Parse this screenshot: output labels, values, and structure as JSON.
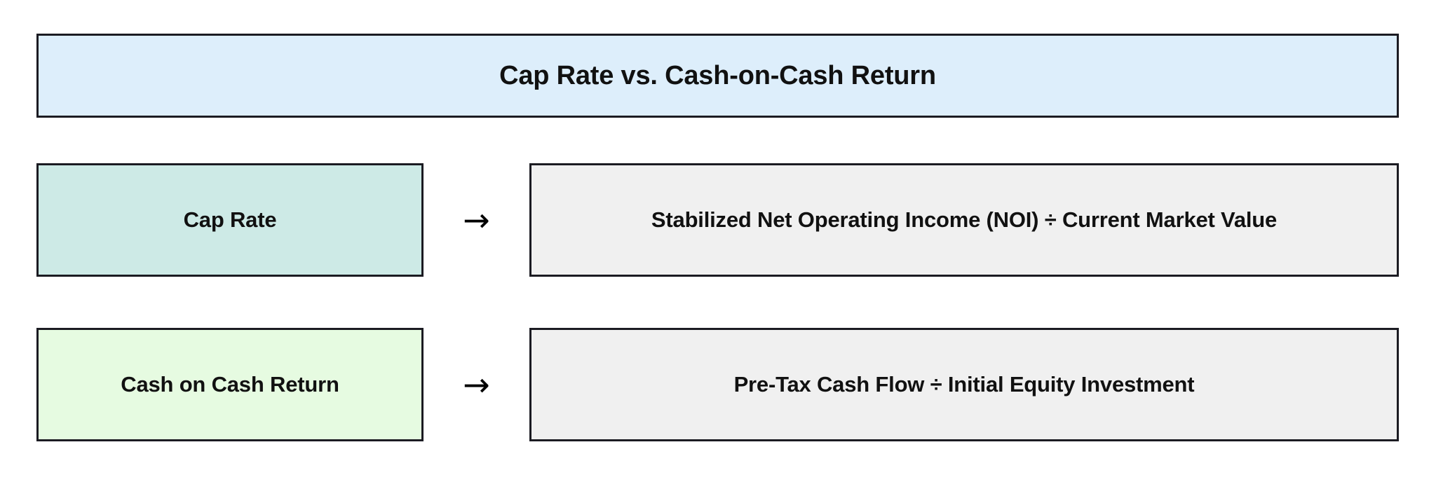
{
  "header": {
    "title": "Cap Rate vs. Cash-on-Cash Return",
    "background_color": "#ddeefb",
    "border_color": "#1b1b22"
  },
  "colors": {
    "header_fill": "#ddeefb",
    "cap_rate_fill": "#cdeae6",
    "cash_on_cash_fill": "#e6fbe1",
    "formula_fill": "#f0f0f0",
    "border": "#1b1b22",
    "text": "#111111",
    "page_background": "#ffffff"
  },
  "rows": [
    {
      "term": "Cap Rate",
      "term_fill": "#cdeae6",
      "connector": "→",
      "connector_name": "right-arrow-icon",
      "formula": "Stabilized Net Operating Income (NOI) ÷ Current Market Value"
    },
    {
      "term": "Cash on Cash Return",
      "term_fill": "#e6fbe1",
      "connector": "→",
      "connector_name": "right-arrow-icon",
      "formula": "Pre-Tax Cash Flow ÷ Initial Equity Investment"
    }
  ]
}
